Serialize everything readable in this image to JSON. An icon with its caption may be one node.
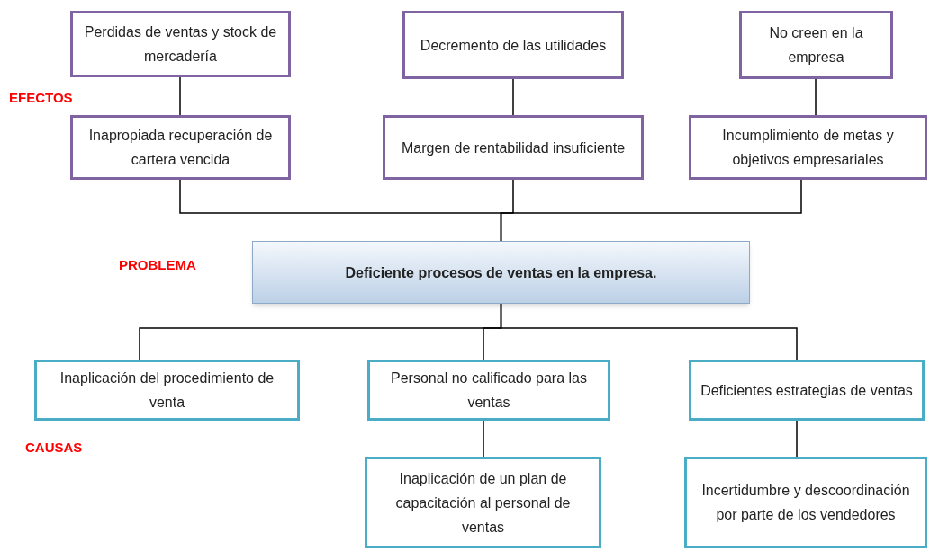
{
  "diagram": {
    "nodes": [
      {
        "text": [
          "Perdidas de ventas y stock de mercadería"
        ]
      },
      {
        "text": [
          "Decremento de las utilidades"
        ]
      },
      {
        "text": [
          "No creen en la empresa"
        ]
      },
      {
        "text": [
          "Inapropiada recuperación de cartera vencida"
        ]
      },
      {
        "text": [
          "Margen de rentabilidad insuficiente"
        ]
      },
      {
        "text": [
          "Incumplimiento de metas y objetivos empresariales"
        ]
      },
      {
        "text": [
          "Deficiente procesos de ventas en la empresa."
        ]
      },
      {
        "text": [
          "Inaplicación del procedimiento de venta"
        ]
      },
      {
        "text": [
          "Personal no calificado para las ventas"
        ]
      },
      {
        "text": [
          "Deficientes estrategias de ventas"
        ]
      },
      {
        "text": [
          "Inaplicación de un plan de capacitación al personal de ventas"
        ]
      },
      {
        "text": [
          "Incertidumbre y descoordinación por parte de los vendedores"
        ]
      }
    ],
    "edges": [
      {
        "from": 0,
        "to": 3,
        "arrow": "none"
      },
      {
        "from": 1,
        "to": 4,
        "arrow": "none"
      },
      {
        "from": 2,
        "to": 5,
        "arrow": "none"
      },
      {
        "from": 3,
        "to": 6,
        "arrow": "none"
      },
      {
        "from": 4,
        "to": 6,
        "arrow": "none"
      },
      {
        "from": 5,
        "to": 6,
        "arrow": "none"
      },
      {
        "from": 6,
        "to": 7,
        "arrow": "none"
      },
      {
        "from": 6,
        "to": 8,
        "arrow": "none"
      },
      {
        "from": 6,
        "to": 9,
        "arrow": "none"
      },
      {
        "from": 8,
        "to": 10,
        "arrow": "none"
      },
      {
        "from": 9,
        "to": 11,
        "arrow": "none"
      }
    ],
    "labels": [
      "EFECTOS",
      "PROBLEMA",
      "CAUSAS"
    ]
  }
}
